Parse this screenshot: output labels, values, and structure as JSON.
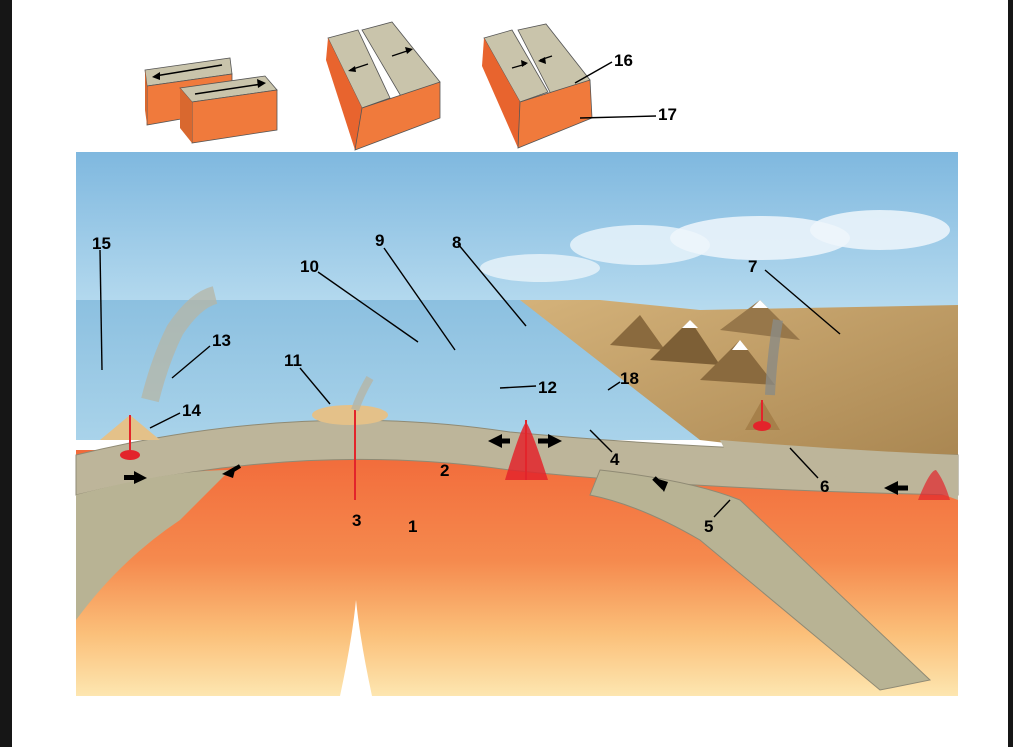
{
  "block_labels": {
    "transform": "10",
    "divergent": "9",
    "convergent": "8",
    "leader_16": "16",
    "leader_17": "17"
  },
  "labels": {
    "l1": "1",
    "l2": "2",
    "l3": "3",
    "l4": "4",
    "l5": "5",
    "l6": "6",
    "l7": "7",
    "l8": "8",
    "l9": "9",
    "l10": "10",
    "l11": "11",
    "l12": "12",
    "l13": "13",
    "l14": "14",
    "l15": "15",
    "l18": "18"
  },
  "colors": {
    "sky": "#8ec4e4",
    "ocean": "#9ccbe6",
    "crust": "#bdb59a",
    "lithosphere": "#b8b394",
    "mantle": "#f47a45",
    "mantle_deep": "#fbc27a",
    "magma": "#e3242b",
    "land": "#c8a060"
  }
}
